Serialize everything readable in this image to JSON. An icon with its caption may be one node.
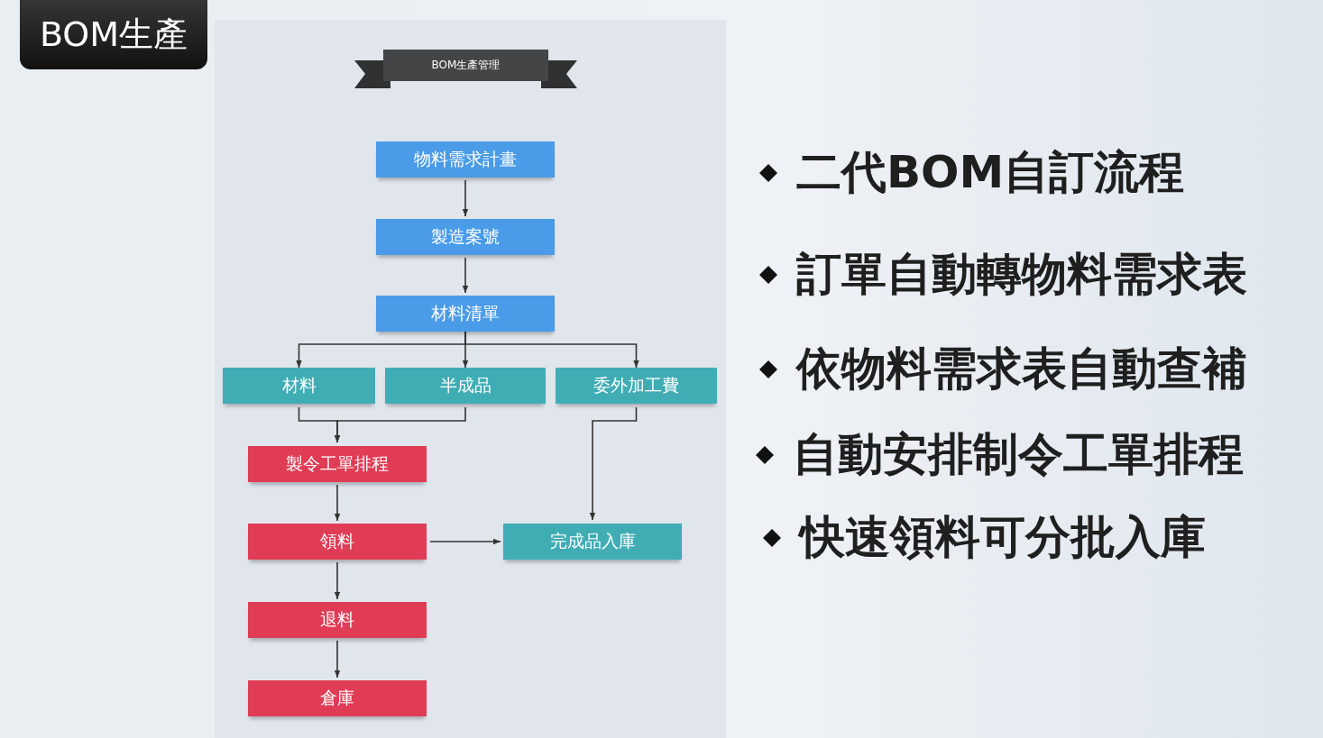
{
  "diagram": {
    "title": "BOM生產",
    "nodes": [
      {
        "text": [
          "BOM生產管理"
        ]
      },
      {
        "text": [
          "物料需求計畫"
        ]
      },
      {
        "text": [
          "製造案號"
        ]
      },
      {
        "text": [
          "材料清單"
        ]
      },
      {
        "text": [
          "材料"
        ]
      },
      {
        "text": [
          "半成品"
        ]
      },
      {
        "text": [
          "委外加工費"
        ]
      },
      {
        "text": [
          "製令工單排程"
        ]
      },
      {
        "text": [
          "領料"
        ]
      },
      {
        "text": [
          "完成品入庫"
        ]
      },
      {
        "text": [
          "退料"
        ]
      },
      {
        "text": [
          "倉庫"
        ]
      }
    ],
    "edges": [
      {
        "from": 1,
        "to": 2,
        "arrow": "to"
      },
      {
        "from": 2,
        "to": 3,
        "arrow": "to"
      },
      {
        "from": 3,
        "to": 4,
        "arrow": "to"
      },
      {
        "from": 3,
        "to": 5,
        "arrow": "to"
      },
      {
        "from": 3,
        "to": 6,
        "arrow": "to"
      },
      {
        "from": 4,
        "to": 7,
        "arrow": "to"
      },
      {
        "from": 5,
        "to": 7,
        "arrow": "to"
      },
      {
        "from": 6,
        "to": 9,
        "arrow": "to"
      },
      {
        "from": 7,
        "to": 8,
        "arrow": "to"
      },
      {
        "from": 8,
        "to": 9,
        "arrow": "to"
      },
      {
        "from": 8,
        "to": 10,
        "arrow": "to"
      },
      {
        "from": 10,
        "to": 11,
        "arrow": "to"
      }
    ],
    "labels": [
      "二代BOM自訂流程",
      "訂單自動轉物料需求表",
      "依物料需求表自動查補",
      "自動安排制令工單排程",
      "快速領料可分批入庫"
    ]
  }
}
